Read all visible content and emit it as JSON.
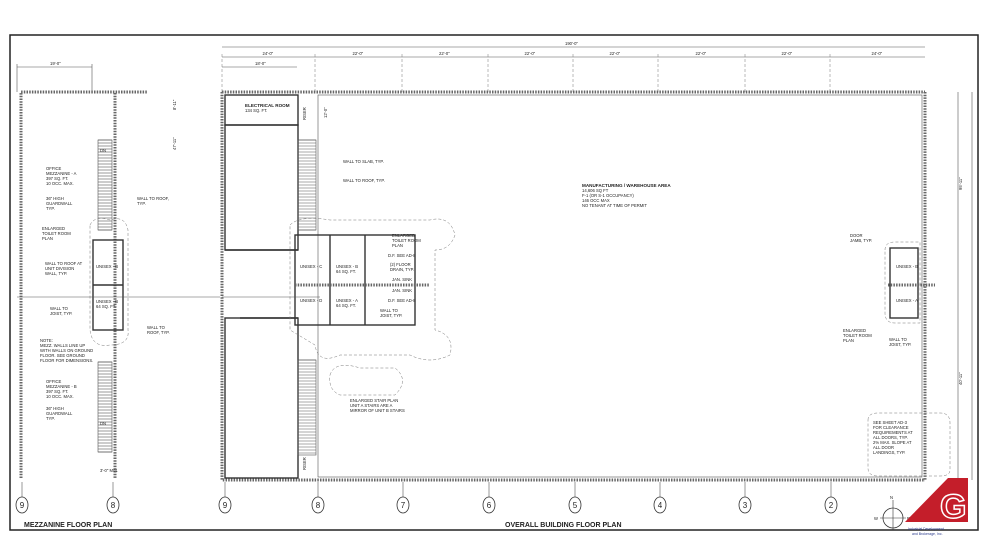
{
  "drawing": {
    "mezzanine": {
      "title": "MEZZANINE FLOOR PLAN",
      "width_dim": "19'-0\"",
      "office_a": [
        "OFFICE",
        "MEZZANINE - A",
        "397 SQ. FT.",
        "10 OCC. MAX."
      ],
      "office_b": [
        "OFFICE",
        "MEZZANINE - B",
        "397 SQ. FT.",
        "10 OCC. MAX."
      ],
      "guardwall_a": [
        "36\" HIGH",
        "GUARDWALL",
        "TYP."
      ],
      "guardwall_b": [
        "36\" HIGH",
        "GUARDWALL",
        "TYP."
      ],
      "wall_to_roof_a": [
        "WALL TO ROOF,",
        "TYP."
      ],
      "wall_to_roof_b": [
        "WALL TO",
        "ROOF, TYP."
      ],
      "enlarged_toilet": [
        "ENLARGED",
        "TOILET ROOM",
        "PLAN"
      ],
      "wall_unit_division": [
        "WALL TO ROOF AT",
        "UNIT DIVISION",
        "WALL, TYP."
      ],
      "wall_to_joist": [
        "WALL TO",
        "JOIST, TYP."
      ],
      "note": [
        "NOTE:",
        "MEZZ. WALLS LINE UP",
        "WITH WALLS ON GROUND",
        "FLOOR. SEE GROUND",
        "FLOOR FOR DIMENSIONS."
      ],
      "unisex": "UNISEX - B",
      "unisex_area": "64 SQ. FT.",
      "dn": "DN",
      "min_dim": "3'-0\" MIN.",
      "grid": [
        "9",
        "8"
      ]
    },
    "overall": {
      "title": "OVERALL BUILDING FLOOR PLAN",
      "overall_dim": "190'-0\"",
      "bay_dims": [
        "24'-0\"",
        "22'-0\"",
        "22'-0\"",
        "22'-0\"",
        "22'-0\"",
        "22'-0\"",
        "22'-0\"",
        "24'-0\""
      ],
      "sub_dim": "18'-0\"",
      "grid": [
        "9",
        "8",
        "7",
        "6",
        "5",
        "4",
        "3",
        "2"
      ],
      "side_dims": [
        "95'-11\"",
        "40'-11\"",
        "47'-11\"",
        "8'-11\""
      ],
      "electrical_room": [
        "ELECTRICAL ROOM",
        "134 SQ. FT."
      ],
      "warehouse": [
        "MANUFACTURING / WAREHOUSE AREA",
        "14,606 SQ FT",
        "F-1 (OR S-1 OCCUPANCY)",
        "146 OCC MAX",
        "NO TENANT AT TIME OF PERMIT"
      ],
      "wall_to_slab": "WALL TO SLAB, TYP.",
      "wall_to_roof": "WALL TO ROOF, TYP.",
      "enlarged_toilet": [
        "ENLARGED",
        "TOILET ROOM",
        "PLAN"
      ],
      "fd_1": "D.F. SEE AD-8",
      "floor_drain": [
        "(2) FLOOR",
        "DRAIN, TYP."
      ],
      "jan_sink_1": "JAN. SINK",
      "jan_sink_2": "JAN. SINK",
      "fd_2": "D.F. SEE AD-8",
      "wall_to_joist": [
        "WALL TO",
        "JOIST, TYP."
      ],
      "unisex_a": "UNISEX - A",
      "unisex_b": "UNISEX - B",
      "unisex_c": "UNISEX - C",
      "unisex_d": "UNISEX - D",
      "unisex_area": "64 SQ. FT.",
      "enlarged_stair": [
        "ENLARGED STAIR PLAN",
        "UNIT A STAIRS ARE A",
        "MIRROR OF UNIT B STAIRS"
      ],
      "riser": "RISER",
      "door_jamb": [
        "DOOR",
        "JAMB, TYP."
      ],
      "right_enlarged_toilet": [
        "ENLARGED",
        "TOILET ROOM",
        "PLAN"
      ],
      "right_wall_to_joist": [
        "WALL TO",
        "JOIST, TYP."
      ],
      "clearance_note": [
        "SEE SHEET AD-3",
        "FOR CLEARANCE",
        "REQUIREMENTS AT",
        "ALL DOORS, TYP.",
        "2% MAX. SLOPE AT",
        "ALL DOOR",
        "LANDINGS, TYP."
      ],
      "stair_dim": "12'-0\""
    },
    "north_arrow": {
      "n": "N",
      "w": "W",
      "e": "E"
    },
    "logo": {
      "brand": "GRIMCO",
      "letter": "G",
      "tagline": [
        "Industrial Development",
        "and Brokerage, Inc."
      ],
      "color": "#c41e2a"
    }
  }
}
